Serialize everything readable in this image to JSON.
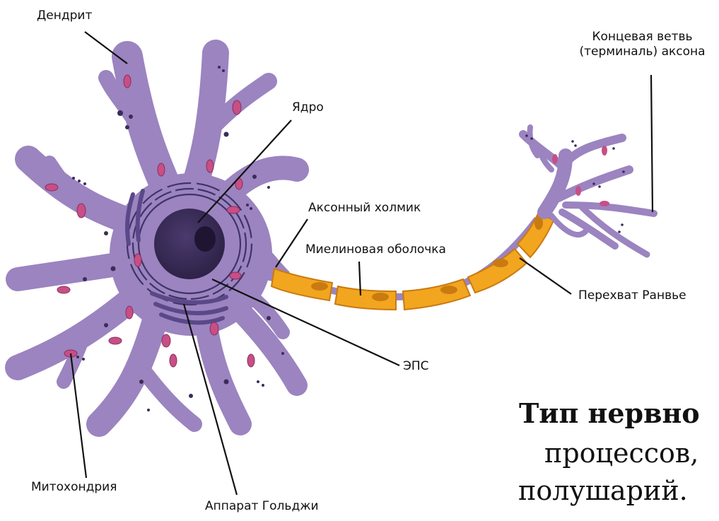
{
  "colors": {
    "cell_body": "#9b84c0",
    "cell_body_dark": "#6e5a99",
    "cell_outline": "#5f4d8a",
    "nucleus": "#3b2c5a",
    "nucleolus": "#22173a",
    "mitochondria": "#c64f86",
    "myelin": "#f2a51f",
    "myelin_dark": "#c97a10",
    "leader_line": "#111111"
  },
  "labels": {
    "dendrite": "Дендрит",
    "nucleus": "Ядро",
    "axon_terminal_line1": "Концевая ветвь",
    "axon_terminal_line2": "(терминаль) аксона",
    "axon_hillock": "Аксонный холмик",
    "myelin_sheath": "Миелиновая оболочка",
    "node_of_ranvier": "Перехват Ранвье",
    "er": "ЭПС",
    "mitochondria": "Митохондрия",
    "golgi": "Аппарат Гольджи"
  },
  "overlay_text": {
    "line1": "Тип нервно",
    "line2": "процессов,",
    "line3": "полушарий."
  }
}
